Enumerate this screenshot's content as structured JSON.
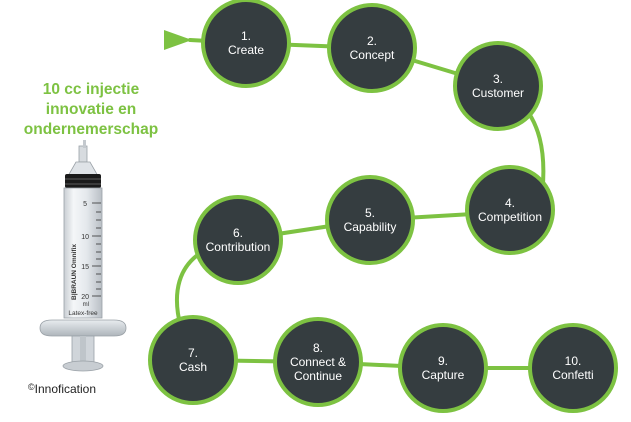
{
  "title_lines": [
    "10 cc injectie",
    "innovatie en",
    "ondernemerschap"
  ],
  "copyright": {
    "symbol": "©",
    "text": "Innofication"
  },
  "syringe": {
    "brand": "B|BRAUN Omnifix",
    "scale": [
      "5",
      "10",
      "15",
      "20"
    ],
    "unit": "ml",
    "latex": "Latex-free"
  },
  "colors": {
    "accent": "#7dc242",
    "circle_fill": "#353d40",
    "circle_text": "#ffffff"
  },
  "steps": [
    {
      "num": "1.",
      "label": [
        "Create"
      ]
    },
    {
      "num": "2.",
      "label": [
        "Concept"
      ]
    },
    {
      "num": "3.",
      "label": [
        "Customer"
      ]
    },
    {
      "num": "4.",
      "label": [
        "Competition"
      ]
    },
    {
      "num": "5.",
      "label": [
        "Capability"
      ]
    },
    {
      "num": "6.",
      "label": [
        "Contribution"
      ]
    },
    {
      "num": "7.",
      "label": [
        "Cash"
      ]
    },
    {
      "num": "8.",
      "label": [
        "Connect &",
        "Continue"
      ]
    },
    {
      "num": "9.",
      "label": [
        "Capture"
      ]
    },
    {
      "num": "10.",
      "label": [
        "Confetti"
      ]
    }
  ]
}
